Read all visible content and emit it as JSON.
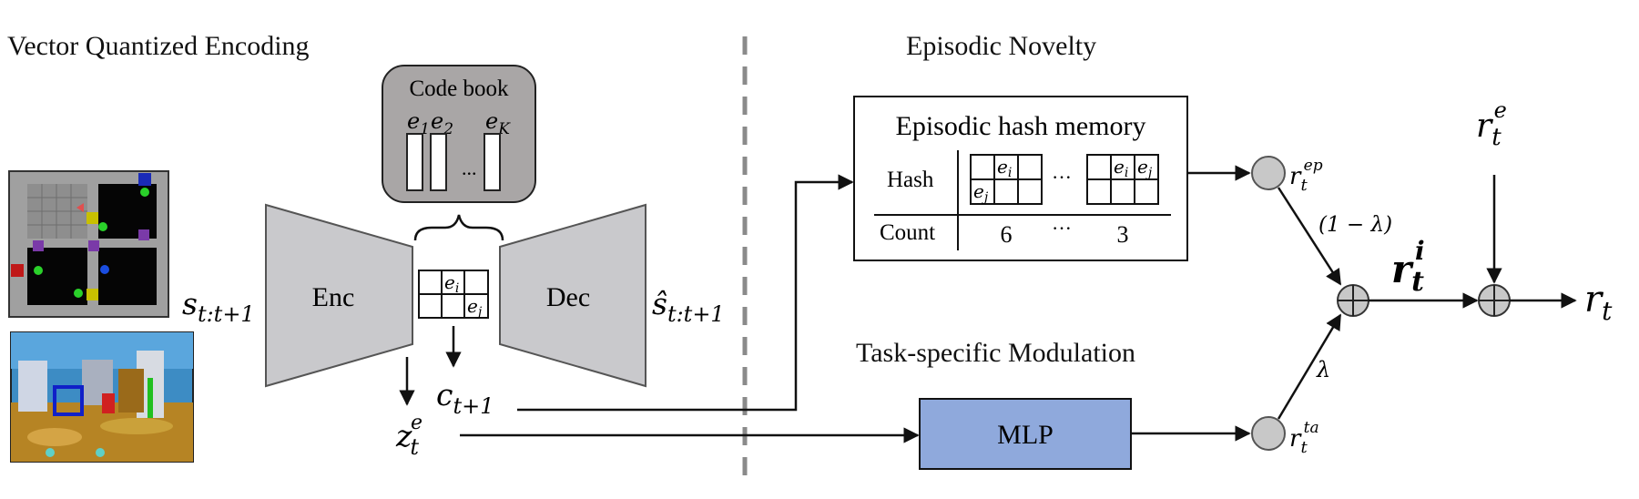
{
  "sections": {
    "left_title": "Vector Quantized Encoding",
    "episodic_title": "Episodic Novelty",
    "task_title": "Task-specific Modulation"
  },
  "codebook": {
    "title": "Code book",
    "e1_base": "e",
    "e1_sub": "1",
    "e2_base": "e",
    "e2_sub": "2",
    "ek_base": "e",
    "ek_sub": "K",
    "ellipsis": "..."
  },
  "encoder": {
    "label": "Enc"
  },
  "decoder": {
    "label": "Dec"
  },
  "grid": {
    "ei_base": "e",
    "ei_sub": "i",
    "ej_base": "e",
    "ej_sub": "j"
  },
  "symbols": {
    "s_base": "s",
    "s_sub": "t:t+1",
    "shat_base": "ŝ",
    "shat_sub": "t:t+1",
    "c_base": "c",
    "c_sub": "t+1",
    "z_base": "z",
    "z_sub": "t",
    "z_sup": "e",
    "rep_base": "r",
    "rep_sub": "t",
    "rep_sup": "ep",
    "rta_base": "r",
    "rta_sub": "t",
    "rta_sup": "ta",
    "ri_base": "r",
    "ri_sub": "t",
    "ri_sup": "i",
    "re_base": "r",
    "re_sub": "t",
    "re_sup": "e",
    "rt_base": "r",
    "rt_sub": "t",
    "one_minus_lambda": "(1 − λ)",
    "lambda": "λ"
  },
  "memory": {
    "title": "Episodic hash memory",
    "hash_label": "Hash",
    "count_label": "Count",
    "count_1": "6",
    "count_2": "3",
    "dots": "···"
  },
  "mlp": {
    "label": "MLP",
    "fill": "#8fa9dc"
  },
  "colors": {
    "gray_shape": "#c9c9cc",
    "codebook_fill": "#a9a6a6",
    "node_fill": "#c8c8c8",
    "dashed_divider": "#8a8a8a"
  }
}
